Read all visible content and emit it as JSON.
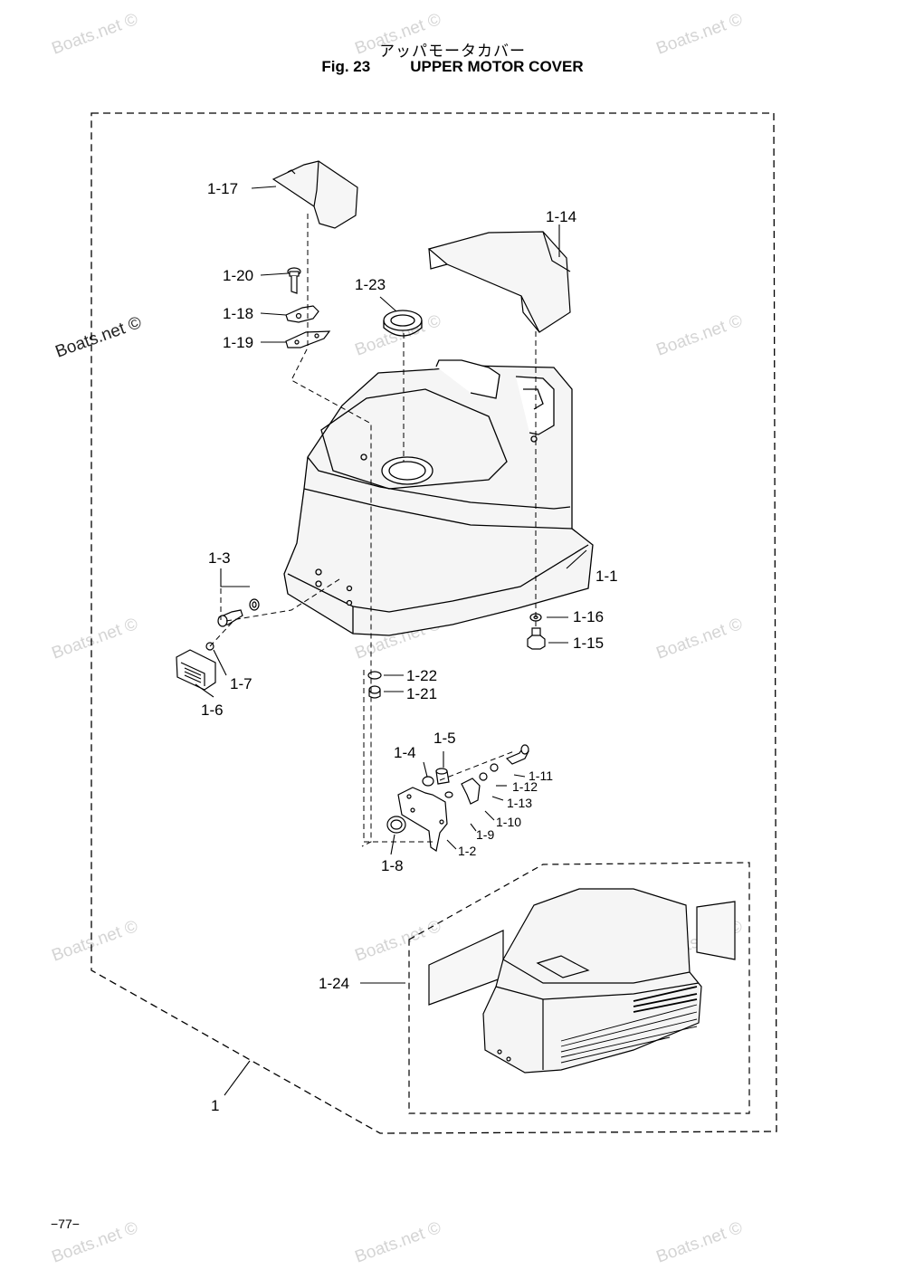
{
  "header": {
    "title_jp": "アッパモータカバー",
    "figure_label": "Fig. 23",
    "title_en": "UPPER MOTOR COVER"
  },
  "parts": {
    "p1": "1",
    "p1_1": "1-1",
    "p1_2": "1-2",
    "p1_3": "1-3",
    "p1_4": "1-4",
    "p1_5": "1-5",
    "p1_6": "1-6",
    "p1_7": "1-7",
    "p1_8": "1-8",
    "p1_9": "1-9",
    "p1_10": "1-10",
    "p1_11": "1-11",
    "p1_12": "1-12",
    "p1_13": "1-13",
    "p1_14": "1-14",
    "p1_15": "1-15",
    "p1_16": "1-16",
    "p1_17": "1-17",
    "p1_18": "1-18",
    "p1_19": "1-19",
    "p1_20": "1-20",
    "p1_21": "1-21",
    "p1_22": "1-22",
    "p1_23": "1-23",
    "p1_24": "1-24"
  },
  "watermark": "Boats.net ©",
  "page_number": "−77−"
}
